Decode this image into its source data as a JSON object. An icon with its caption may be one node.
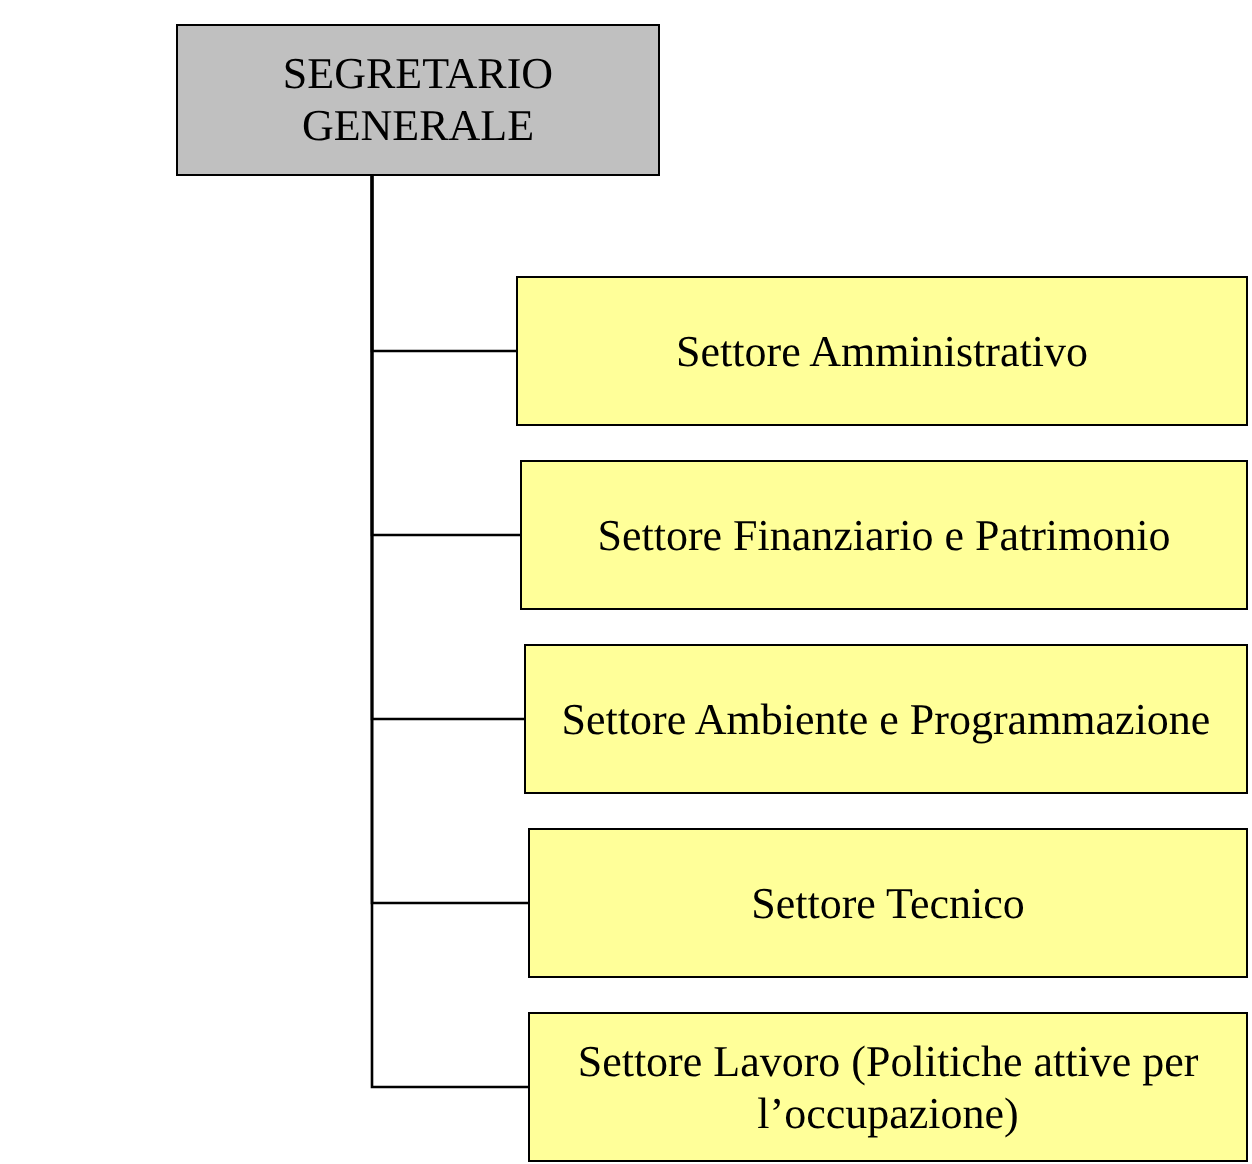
{
  "diagram": {
    "nodes": [
      {
        "text": [
          "SEGRETARIO GENERALE"
        ]
      },
      {
        "text": [
          "Settore Amministrativo"
        ]
      },
      {
        "text": [
          "Settore Finanziario e Patrimonio"
        ]
      },
      {
        "text": [
          "Settore Ambiente e Programmazione"
        ]
      },
      {
        "text": [
          "Settore Tecnico"
        ]
      },
      {
        "text": [
          "Settore Lavoro (Politiche attive per l’occupazione)"
        ]
      }
    ],
    "edges": [
      {
        "from": 0,
        "to": 1,
        "arrow": "none"
      },
      {
        "from": 0,
        "to": 2,
        "arrow": "none"
      },
      {
        "from": 0,
        "to": 3,
        "arrow": "none"
      },
      {
        "from": 0,
        "to": 4,
        "arrow": "none"
      },
      {
        "from": 0,
        "to": 5,
        "arrow": "none"
      }
    ]
  }
}
